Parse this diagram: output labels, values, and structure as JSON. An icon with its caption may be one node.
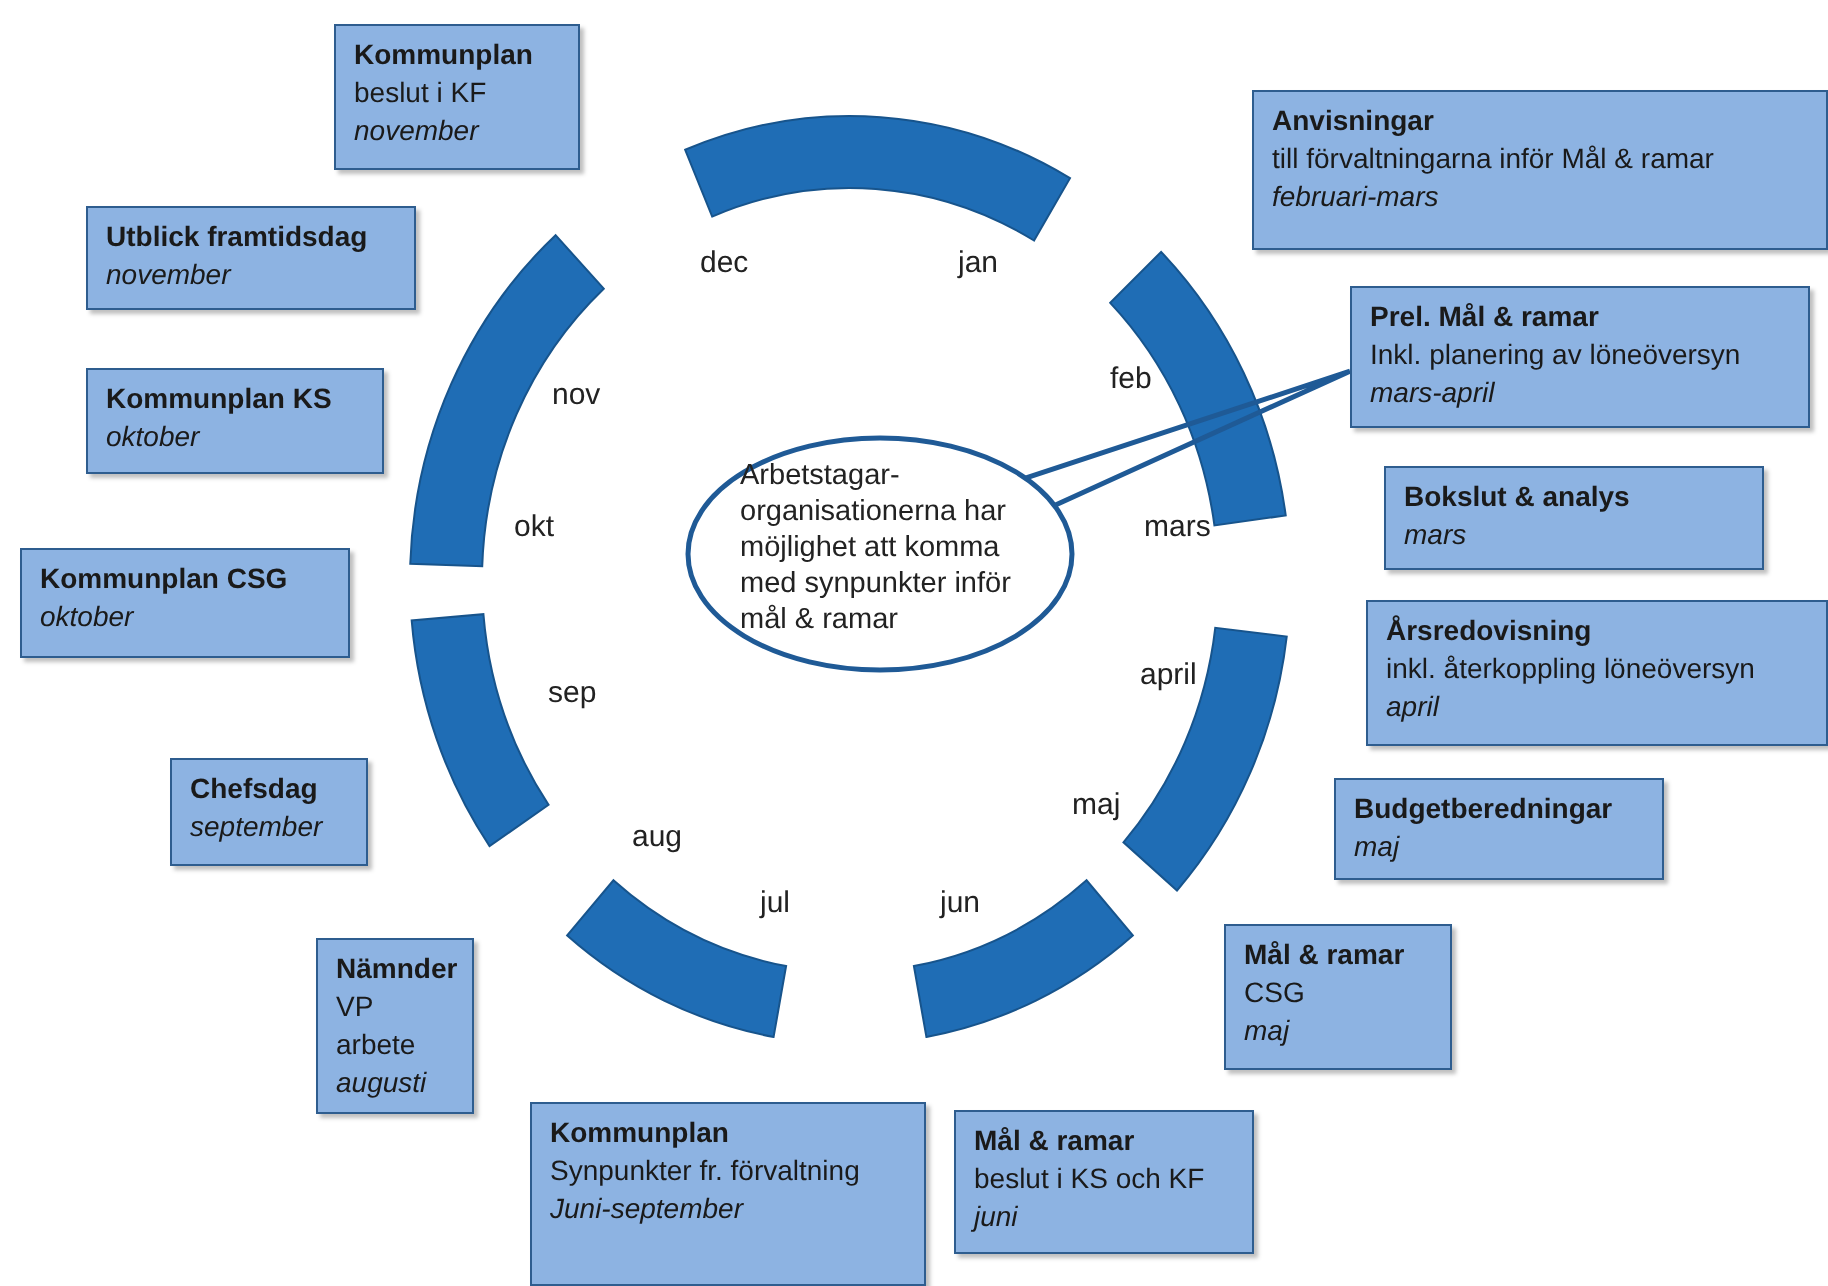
{
  "diagram": {
    "nodes": [
      {
        "text": [
          "Anvisningar",
          "till förvaltningarna inför Mål & ramar",
          "februari-mars"
        ]
      },
      {
        "text": [
          "Prel. Mål & ramar",
          "Inkl. planering av löneöversyn",
          "mars-april"
        ]
      },
      {
        "text": [
          "Bokslut & analys",
          "mars"
        ]
      },
      {
        "text": [
          "Årsredovisning",
          "inkl. återkoppling löneöversyn",
          "april"
        ]
      },
      {
        "text": [
          "Budgetberedningar",
          "maj"
        ]
      },
      {
        "text": [
          "Mål & ramar",
          "CSG",
          "maj"
        ]
      },
      {
        "text": [
          "Mål & ramar",
          "beslut i KS och KF",
          "juni"
        ]
      },
      {
        "text": [
          "Kommunplan",
          "Synpunkter fr. förvaltning",
          "Juni-september"
        ]
      },
      {
        "text": [
          "Nämnder",
          "VP arbete",
          "augusti"
        ]
      },
      {
        "text": [
          "Chefsdag",
          "september"
        ]
      },
      {
        "text": [
          "Kommunplan CSG",
          "oktober"
        ]
      },
      {
        "text": [
          "Kommunplan KS",
          "oktober"
        ]
      },
      {
        "text": [
          "Utblick framtidsdag",
          "november"
        ]
      },
      {
        "text": [
          "Kommunplan",
          "beslut i KF",
          "november"
        ]
      },
      {
        "text": [
          "Arbetstagar-organisationerna har möjlighet att komma med synpunkter inför mål & ramar"
        ]
      }
    ],
    "edges": [
      {
        "from": 14,
        "to": 1,
        "arrow": "none"
      }
    ],
    "labels": [
      "dec",
      "jan",
      "feb",
      "nov",
      "okt",
      "mars",
      "april",
      "sep",
      "maj",
      "aug",
      "jul",
      "jun"
    ]
  }
}
